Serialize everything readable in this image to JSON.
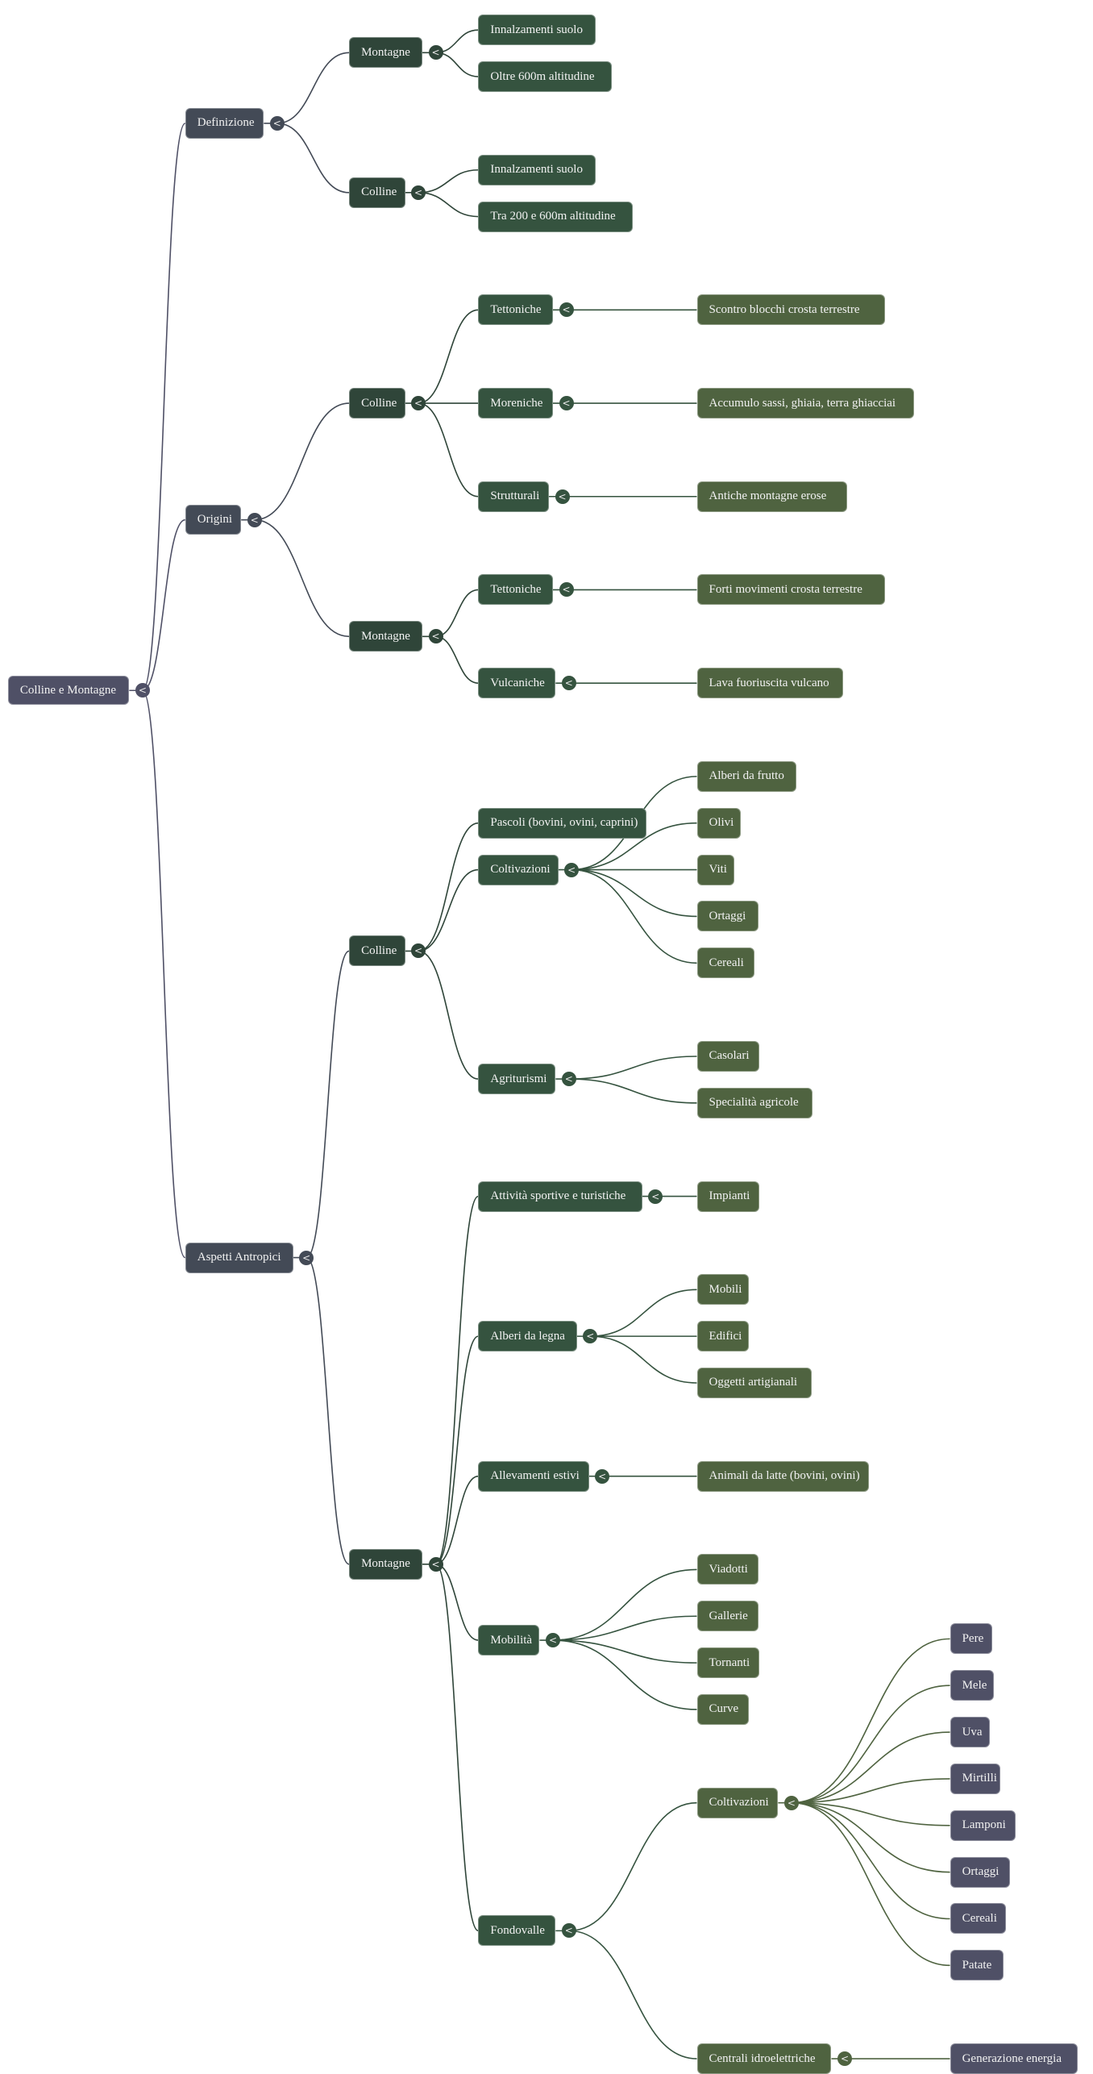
{
  "colors": {
    "level0": "#4f5066",
    "level1": "#434a56",
    "level2": "#2f4539",
    "level3": "#35533f",
    "level4": "#4f6340",
    "level5": "#4f5066"
  },
  "toggle_icon": "chevron-left-icon",
  "toggle_glyph": "<",
  "tree": {
    "label": "Colline e Montagne",
    "children": [
      {
        "label": "Definizione",
        "children": [
          {
            "label": "Montagne",
            "children": [
              {
                "label": "Innalzamenti suolo"
              },
              {
                "label": "Oltre 600m altitudine"
              }
            ]
          },
          {
            "label": "Colline",
            "children": [
              {
                "label": "Innalzamenti suolo"
              },
              {
                "label": "Tra 200 e 600m altitudine"
              }
            ]
          }
        ]
      },
      {
        "label": "Origini",
        "children": [
          {
            "label": "Colline",
            "children": [
              {
                "label": "Tettoniche",
                "children": [
                  {
                    "label": "Scontro blocchi crosta terrestre"
                  }
                ]
              },
              {
                "label": "Moreniche",
                "children": [
                  {
                    "label": "Accumulo sassi, ghiaia, terra ghiacciai"
                  }
                ]
              },
              {
                "label": "Strutturali",
                "children": [
                  {
                    "label": "Antiche montagne erose"
                  }
                ]
              }
            ]
          },
          {
            "label": "Montagne",
            "children": [
              {
                "label": "Tettoniche",
                "children": [
                  {
                    "label": "Forti movimenti crosta terrestre"
                  }
                ]
              },
              {
                "label": "Vulcaniche",
                "children": [
                  {
                    "label": "Lava fuoriuscita vulcano"
                  }
                ]
              }
            ]
          }
        ]
      },
      {
        "label": "Aspetti Antropici",
        "children": [
          {
            "label": "Colline",
            "children": [
              {
                "label": "Pascoli (bovini, ovini, caprini)"
              },
              {
                "label": "Coltivazioni",
                "children": [
                  {
                    "label": "Alberi da frutto"
                  },
                  {
                    "label": "Olivi"
                  },
                  {
                    "label": "Viti"
                  },
                  {
                    "label": "Ortaggi"
                  },
                  {
                    "label": "Cereali"
                  }
                ]
              },
              {
                "label": "Agriturismi",
                "children": [
                  {
                    "label": "Casolari"
                  },
                  {
                    "label": "Specialità agricole"
                  }
                ]
              }
            ]
          },
          {
            "label": "Montagne",
            "children": [
              {
                "label": "Attività sportive e turistiche",
                "children": [
                  {
                    "label": "Impianti"
                  }
                ]
              },
              {
                "label": "Alberi da legna",
                "children": [
                  {
                    "label": "Mobili"
                  },
                  {
                    "label": "Edifici"
                  },
                  {
                    "label": "Oggetti artigianali"
                  }
                ]
              },
              {
                "label": "Allevamenti estivi",
                "children": [
                  {
                    "label": "Animali da latte (bovini, ovini)"
                  }
                ]
              },
              {
                "label": "Mobilità",
                "children": [
                  {
                    "label": "Viadotti"
                  },
                  {
                    "label": "Gallerie"
                  },
                  {
                    "label": "Tornanti"
                  },
                  {
                    "label": "Curve"
                  }
                ]
              },
              {
                "label": "Fondovalle",
                "children": [
                  {
                    "label": "Coltivazioni",
                    "children": [
                      {
                        "label": "Pere"
                      },
                      {
                        "label": "Mele"
                      },
                      {
                        "label": "Uva"
                      },
                      {
                        "label": "Mirtilli"
                      },
                      {
                        "label": "Lamponi"
                      },
                      {
                        "label": "Ortaggi"
                      },
                      {
                        "label": "Cereali"
                      },
                      {
                        "label": "Patate"
                      }
                    ]
                  },
                  {
                    "label": "Centrali idroelettriche",
                    "children": [
                      {
                        "label": "Generazione energia"
                      }
                    ]
                  }
                ]
              }
            ]
          }
        ]
      }
    ]
  }
}
